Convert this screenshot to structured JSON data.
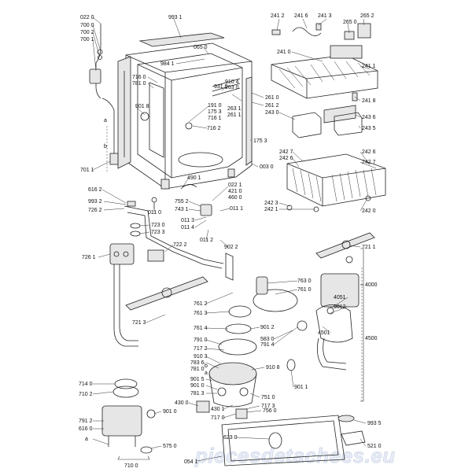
{
  "watermark": "piecesdetachees.eu",
  "labels": {
    "l0220": "022 0",
    "l7000": "700 0",
    "l7002": "700 2",
    "l7001": "700 1",
    "l9931": "993 1",
    "l9841": "984 1",
    "l0650": "065 0",
    "l2412": "241 2",
    "l2416": "241 6",
    "l2413": "241 3",
    "l2652": "265 2",
    "l2650": "265 0",
    "l2410": "241 0",
    "l2411": "241 1",
    "l2418": "241 8",
    "l7160": "716 0",
    "l7810": "781 0",
    "l9311": "931 0",
    "l9104": "910 4",
    "l2630": "263 0",
    "l9018": "901 8",
    "l1910": "191 0",
    "l1753": "175 3",
    "l7161": "716 1",
    "l2631": "263 1",
    "l2611": "261 1",
    "l2610": "261 0",
    "l2612": "261 2",
    "l2430": "243 0",
    "l2436": "243 6",
    "l2435": "243 5",
    "l7162": "716 2",
    "l1753b": "175 3",
    "l2427": "242 7",
    "l2426": "242 6",
    "l2426b": "242 6",
    "l2427b": "242 7",
    "l0030": "003 0",
    "l7011": "701 1",
    "l4901": "490 1",
    "l0221": "022 1",
    "l4210": "421 0",
    "l4600": "460 0",
    "l6162": "616 2",
    "l9932": "993 2",
    "l7262": "726 2",
    "l7552": "755 2",
    "l7431": "743 1",
    "l0110": "011 0",
    "l0111": "011 1",
    "l2423": "242 3",
    "l2421": "242 1",
    "l2420": "242 0",
    "l7230": "723 0",
    "l7233": "723 3",
    "l0113": "011 3",
    "l0114": "011 4",
    "l0112": "011 2",
    "l9022": "902 2",
    "l7222": "722 2",
    "l7261": "726 1",
    "l7211": "721 1",
    "l7630": "763 0",
    "l7610": "761 0",
    "l4000": "4000",
    "l4051": "4051",
    "l9012": "9012",
    "l7612": "761 2",
    "l7613": "761 3",
    "l9012b": "901 2",
    "l7213": "721 3",
    "l7614": "761 4",
    "l5830": "583 0",
    "l7914": "791 4",
    "l4501": "4501",
    "l4500": "4500",
    "l7910": "791 0",
    "l7172": "717 2",
    "l9103": "910 3",
    "l7836": "783 6",
    "l7810b": "781 0",
    "l9108": "910 8",
    "l7140": "714 0",
    "l9015": "901 5",
    "l9010": "901 0",
    "l7813": "781 3",
    "l9011": "901 1",
    "l7102": "710 2",
    "l7510": "751 0",
    "l7173": "717 3",
    "l4300": "430 0",
    "l4301": "430 1",
    "l7560": "756 0",
    "l7170": "717 0",
    "l9010b": "901 0",
    "l7912": "791 2",
    "l6160": "616 0",
    "l5750": "575 0",
    "l6230": "623 0",
    "l9935": "993 5",
    "l5210": "521 0",
    "l7100": "710 0",
    "l0541": "054 1",
    "la": "a",
    "lb": "b",
    "la2": "a",
    "lb2": "b",
    "la3": "a"
  }
}
